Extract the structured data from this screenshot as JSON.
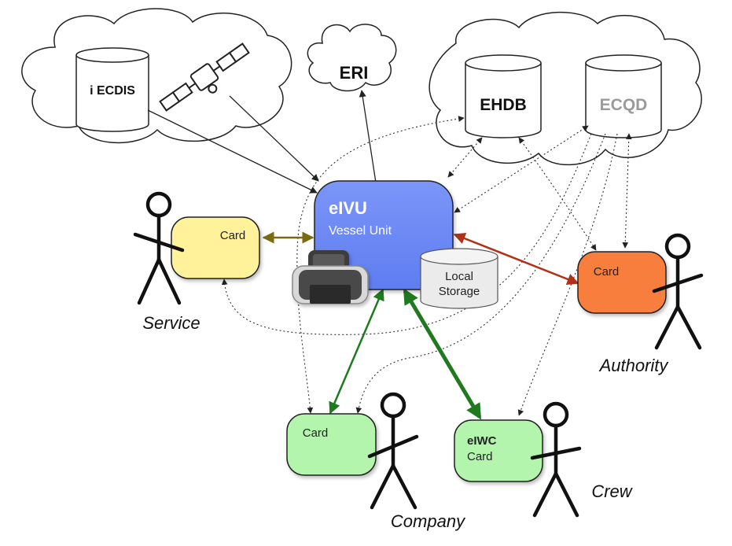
{
  "clouds": {
    "left": {
      "db_label": "i ECDIS",
      "satellite_icon": "satellite-icon"
    },
    "center": {
      "label": "ERI"
    },
    "right": {
      "db1_label": "EHDB",
      "db2_label": "ECQD"
    }
  },
  "vessel_unit": {
    "title": "eIVU",
    "subtitle": "Vessel Unit",
    "storage_line1": "Local",
    "storage_line2": "Storage",
    "printer_icon": "printer-icon"
  },
  "actors": {
    "service": {
      "card": "Card",
      "label": "Service"
    },
    "authority": {
      "card": "Card",
      "label": "Authority"
    },
    "company": {
      "card": "Card",
      "label": "Company"
    },
    "crew": {
      "card_line1": "eIWC",
      "card_line2": "Card",
      "label": "Crew"
    }
  },
  "colors": {
    "vessel_blue": "#6d88f5",
    "service_card": "#fff29a",
    "authority_card": "#f77e3c",
    "green_card": "#b4f5ae",
    "storage_gray": "#ebebeb",
    "arrow_service": "#7a6a10",
    "arrow_authority": "#b03018",
    "arrow_green": "#1f7a1f",
    "ecqd_gray": "#9a9a9a"
  }
}
